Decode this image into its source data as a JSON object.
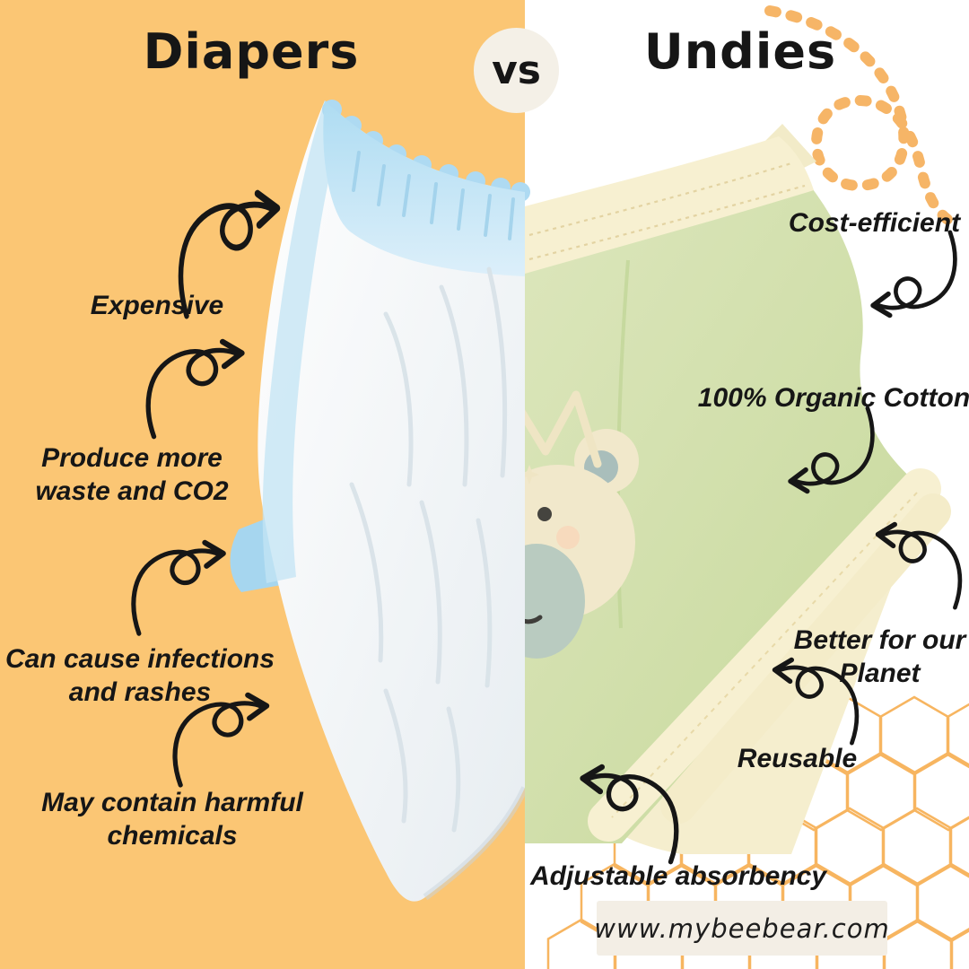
{
  "header": {
    "left_title": "Diapers",
    "vs_badge": "vs",
    "right_title": "Undies"
  },
  "diapers": {
    "cons": [
      "Expensive",
      "Produce more waste and CO2",
      "Can cause infections and rashes",
      "May contain harmful chemicals"
    ]
  },
  "undies": {
    "pros": [
      "Cost-efficient",
      "100% Organic Cotton",
      "Better for our Planet",
      "Reusable",
      "Adjustable absorbency"
    ]
  },
  "footer": {
    "website": "www.mybeebear.com"
  },
  "icons": {
    "arrow": "curly-swirl-arrow",
    "trail": "dotted-bee-trail",
    "pattern": "honeycomb-outline"
  },
  "colors": {
    "left_bg": "#FBC674",
    "right_bg": "#FFFFFF",
    "ink": "#161616",
    "badge_bg": "#F4F0E7",
    "banner_bg": "#F3EEE5",
    "accent_orange": "#F6AD4F",
    "trail_orange": "#F6B567",
    "diaper_blue": "#BEE3F4",
    "undies_green": "#CDDCA2",
    "waistband_cream": "#F7F0D1",
    "bear_cream": "#F1E8CB"
  }
}
